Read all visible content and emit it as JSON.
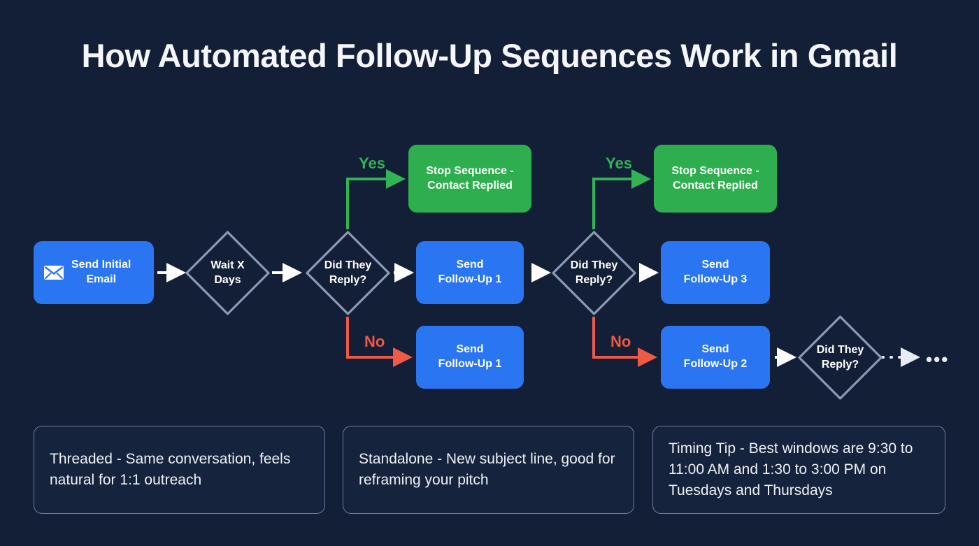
{
  "header": {
    "title": "How Automated Follow-Up Sequences Work in Gmail"
  },
  "colors": {
    "background": "#131f36",
    "blue_node": "#2a75f2",
    "green_node": "#2fae4f",
    "yes_edge": "#30b454",
    "no_edge": "#ef5a46",
    "diamond_stroke": "#8c99b5",
    "arrow_white": "#ffffff",
    "card_border": "#6d7c9c",
    "card_background": "#16233c",
    "title_text": "#f4f6fa"
  },
  "flow": {
    "nodes": [
      {
        "id": "send-initial-email",
        "type": "process",
        "label": "Send Initial\nEmail",
        "color": "#2a75f2",
        "icon": "envelope-icon"
      },
      {
        "id": "wait-x-days",
        "type": "decision",
        "label": "Wait X\nDays"
      },
      {
        "id": "did-they-reply-1",
        "type": "decision",
        "label": "Did They\nReply?"
      },
      {
        "id": "stop-sequence-1",
        "type": "terminal",
        "label": "Stop Sequence -\nContact Replied",
        "color": "#2fae4f"
      },
      {
        "id": "send-follow-up-1-yes-branch",
        "type": "process",
        "label": "Send\nFollow-Up 1",
        "color": "#2a75f2"
      },
      {
        "id": "send-follow-up-1-no-branch",
        "type": "process",
        "label": "Send\nFollow-Up 1",
        "color": "#2a75f2"
      },
      {
        "id": "did-they-reply-2",
        "type": "decision",
        "label": "Did They\nReply?"
      },
      {
        "id": "stop-sequence-2",
        "type": "terminal",
        "label": "Stop Sequence -\nContact Replied",
        "color": "#2fae4f"
      },
      {
        "id": "send-follow-up-3",
        "type": "process",
        "label": "Send\nFollow-Up 3",
        "color": "#2a75f2"
      },
      {
        "id": "send-follow-up-2",
        "type": "process",
        "label": "Send\nFollow-Up 2",
        "color": "#2a75f2"
      },
      {
        "id": "did-they-reply-3",
        "type": "decision",
        "label": "Did They\nReply?"
      }
    ],
    "edge_labels": {
      "yes_1": "Yes",
      "no_1": "No",
      "yes_2": "Yes",
      "no_2": "No"
    },
    "continuation": "•••"
  },
  "notes": [
    {
      "id": "threaded",
      "text": "Threaded - Same conversation, feels natural for 1:1 outreach"
    },
    {
      "id": "standalone",
      "text": "Standalone - New subject line, good for reframing your pitch"
    },
    {
      "id": "timing-tip",
      "text": "Timing Tip - Best windows are 9:30 to 11:00 AM and 1:30 to 3:00 PM on Tuesdays and Thursdays"
    }
  ]
}
